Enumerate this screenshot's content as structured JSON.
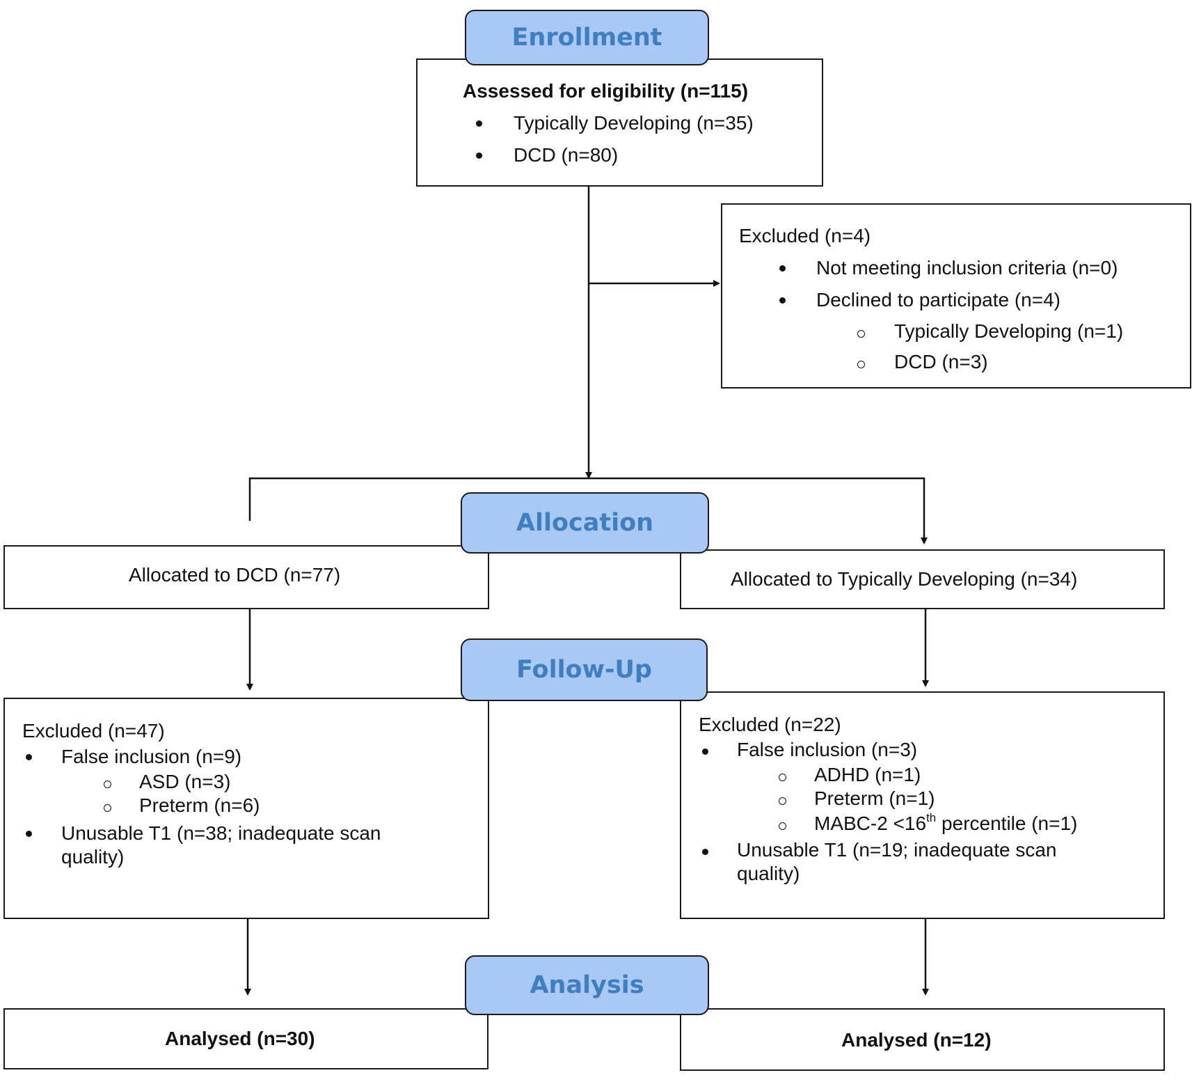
{
  "stages": {
    "enrollment": "Enrollment",
    "allocation": "Allocation",
    "follow_up": "Follow-Up",
    "analysis": "Analysis"
  },
  "eligibility": {
    "title": "Assessed for eligibility (n=115)",
    "items": [
      "Typically Developing (n=35)",
      "DCD (n=80)"
    ]
  },
  "excluded_enrollment": {
    "title": "Excluded (n=4)",
    "items": [
      "Not meeting inclusion criteria (n=0)",
      "Declined to participate (n=4)"
    ],
    "subitems": [
      "Typically Developing (n=1)",
      "DCD (n=3)"
    ]
  },
  "allocation": {
    "dcd": "Allocated to DCD (n=77)",
    "td": "Allocated to Typically Developing (n=34)"
  },
  "followup_dcd": {
    "title": "Excluded (n=47)",
    "false_inclusion": "False inclusion (n=9)",
    "sub": [
      "ASD (n=3)",
      "Preterm (n=6)"
    ],
    "unusable_line1": "Unusable T1 (n=38; inadequate scan",
    "unusable_line2": "quality)"
  },
  "followup_td": {
    "title": "Excluded (n=22)",
    "false_inclusion": "False inclusion (n=3)",
    "sub": [
      "ADHD (n=1)",
      "Preterm (n=1)"
    ],
    "mabc_prefix": "MABC-2 <16",
    "mabc_sup": "th",
    "mabc_suffix": " percentile (n=1)",
    "unusable_line1": "Unusable T1 (n=19; inadequate scan",
    "unusable_line2": "quality)"
  },
  "analysis": {
    "dcd": "Analysed (n=30)",
    "td": "Analysed (n=12)"
  }
}
